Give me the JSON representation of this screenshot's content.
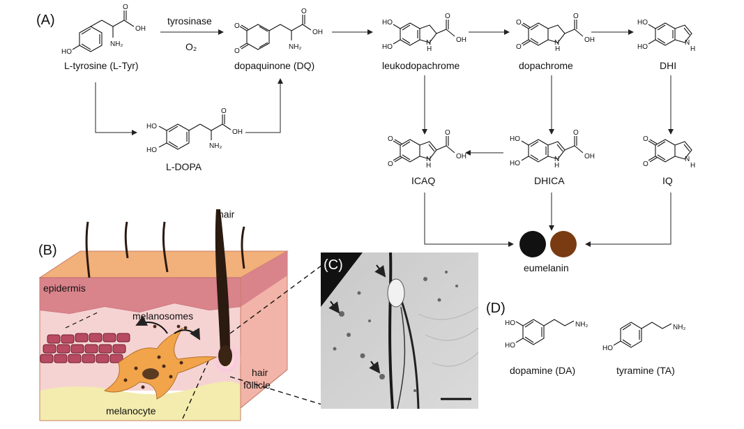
{
  "panels": {
    "a": "(A)",
    "b": "(B)",
    "c": "(C)",
    "d": "(D)"
  },
  "pathway": {
    "tyrosine": "L-tyrosine (L-Tyr)",
    "dopaquinone": "dopaquinone (DQ)",
    "ldopa": "L-DOPA",
    "leukodopachrome": "leukodopachrome",
    "dopachrome": "dopachrome",
    "dhi": "DHI",
    "icaq": "ICAQ",
    "dhica": "DHICA",
    "iq": "IQ",
    "eumelanin": "eumelanin",
    "enzyme": "tyrosinase",
    "cofactor": "O₂"
  },
  "atoms": {
    "oh": "OH",
    "ho": "HO",
    "nh2": "NH₂",
    "nh": "NH",
    "h": "H",
    "n": "N",
    "o": "O"
  },
  "skin": {
    "hair": "hair",
    "epidermis": "epidermis",
    "melanosomes": "melanosomes",
    "hair_follicle_1": "hair",
    "hair_follicle_2": "follicle",
    "melanocyte": "melanocyte"
  },
  "related": {
    "dopamine": "dopamine (DA)",
    "tyramine": "tyramine (TA)"
  },
  "colors": {
    "black_pigment": "#111111",
    "brown_pigment": "#7a3b12",
    "skin_top": "#f2b07a",
    "epidermis": "#d9838b",
    "dermis": "#f6d3d3",
    "fat": "#f3ecae"
  }
}
